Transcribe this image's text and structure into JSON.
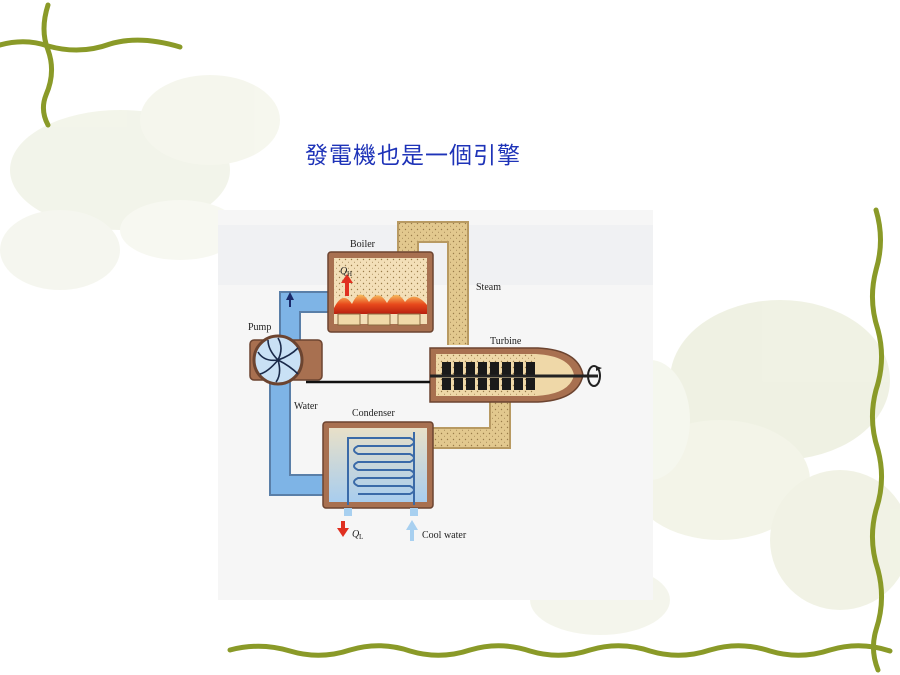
{
  "slide": {
    "title": "發電機也是一個引擎"
  },
  "diagram": {
    "boiler_label": "Boiler",
    "steam_label": "Steam",
    "pump_label": "Pump",
    "turbine_label": "Turbine",
    "water_label": "Water",
    "condenser_label": "Condenser",
    "cool_water_label": "Cool water",
    "qh_main": "Q",
    "qh_sub": "H",
    "ql_main": "Q",
    "ql_sub": "L"
  },
  "colors": {
    "title": "#1e33b8",
    "vine": "#8a9a28",
    "water": "#7eb4e6",
    "steam": "#e2c88e",
    "housing": "#b07a58",
    "heat_arrow": "#e03020",
    "cool_arrow": "#a8d0f0"
  }
}
